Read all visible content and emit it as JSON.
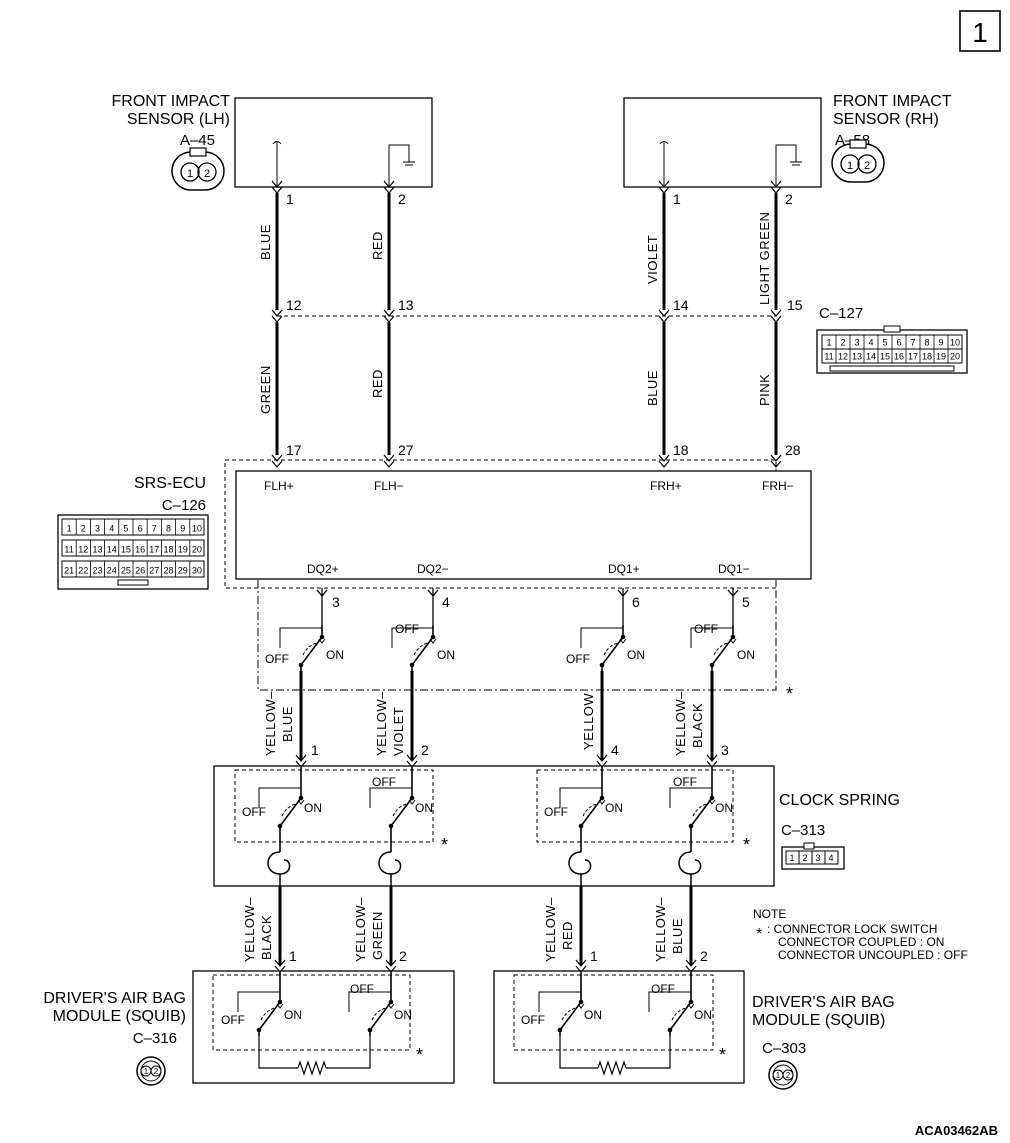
{
  "page_number": "1",
  "footer_code": "ACA03462AB",
  "components": {
    "sensor_lh": {
      "name_line1": "FRONT IMPACT",
      "name_line2": "SENSOR (LH)",
      "connector": "A–45",
      "pins": [
        "1",
        "2"
      ]
    },
    "sensor_rh": {
      "name_line1": "FRONT IMPACT",
      "name_line2": "SENSOR (RH)",
      "connector": "A–58",
      "pins": [
        "1",
        "2"
      ]
    },
    "junction": {
      "connector": "C–127",
      "pins": [
        "12",
        "13",
        "14",
        "15"
      ]
    },
    "srs_ecu": {
      "name": "SRS-ECU",
      "connector": "C–126",
      "inputs": [
        {
          "signal": "FLH+",
          "pin": "17"
        },
        {
          "signal": "FLH−",
          "pin": "27"
        },
        {
          "signal": "FRH+",
          "pin": "18"
        },
        {
          "signal": "FRH−",
          "pin": "28"
        }
      ],
      "outputs": [
        {
          "signal": "DQ2+",
          "pin": "3"
        },
        {
          "signal": "DQ2−",
          "pin": "4"
        },
        {
          "signal": "DQ1+",
          "pin": "6"
        },
        {
          "signal": "DQ1−",
          "pin": "5"
        }
      ]
    },
    "clock_spring": {
      "name": "CLOCK SPRING",
      "connector": "C–313",
      "pins": [
        "1",
        "2",
        "4",
        "3"
      ]
    },
    "airbag_left": {
      "name_line1": "DRIVER'S AIR BAG",
      "name_line2": "MODULE (SQUIB)",
      "connector": "C–316",
      "pins": [
        "1",
        "2"
      ]
    },
    "airbag_right": {
      "name_line1": "DRIVER'S AIR BAG",
      "name_line2": "MODULE (SQUIB)",
      "connector": "C–303",
      "pins": [
        "1",
        "2"
      ]
    }
  },
  "wires": {
    "sensor_to_junction": [
      "BLUE",
      "RED",
      "VIOLET",
      "LIGHT GREEN"
    ],
    "junction_to_ecu": [
      "GREEN",
      "RED",
      "BLUE",
      "PINK"
    ],
    "ecu_to_clock": [
      {
        "l1": "YELLOW–",
        "l2": "BLUE"
      },
      {
        "l1": "YELLOW–",
        "l2": "VIOLET"
      },
      {
        "l1": "YELLOW",
        "l2": ""
      },
      {
        "l1": "YELLOW–",
        "l2": "BLACK"
      }
    ],
    "clock_to_airbag": [
      {
        "l1": "YELLOW–",
        "l2": "BLACK"
      },
      {
        "l1": "YELLOW–",
        "l2": "GREEN"
      },
      {
        "l1": "YELLOW–",
        "l2": "RED"
      },
      {
        "l1": "YELLOW–",
        "l2": "BLUE"
      }
    ]
  },
  "switch_labels": {
    "on": "ON",
    "off": "OFF",
    "star": "*"
  },
  "note": {
    "title": "NOTE",
    "star": "*",
    "line1": ": CONNECTOR LOCK SWITCH",
    "line2": "CONNECTOR COUPLED : ON",
    "line3": "CONNECTOR UNCOUPLED : OFF"
  }
}
